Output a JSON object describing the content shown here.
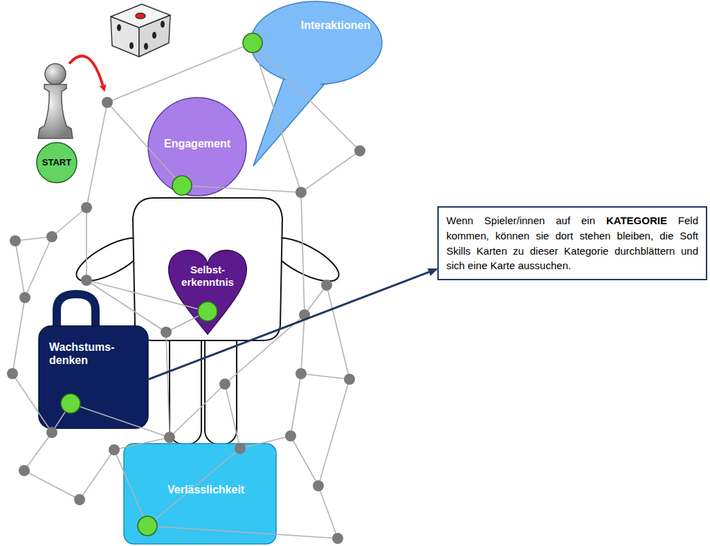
{
  "diagram": {
    "nodes": [
      {
        "text": [
          "START"
        ]
      },
      {
        "text": [
          "Interaktionen"
        ]
      },
      {
        "text": [
          "Engagement"
        ]
      },
      {
        "text": [
          "Selbst- erkenntnis"
        ]
      },
      {
        "text": [
          "Wachstums- denken"
        ]
      },
      {
        "text": [
          "Verlässlichkeit"
        ]
      },
      {
        "text": [
          "Wenn Spieler/innen auf ein KATEGORIE Feld kommen, können sie dort stehen bleiben, die Soft Skills Karten zu dieser Kategorie durchblättern und sich eine Karte aussuchen."
        ]
      }
    ],
    "edges": [
      {
        "from": 4,
        "to": 6,
        "arrow": "to"
      }
    ]
  }
}
